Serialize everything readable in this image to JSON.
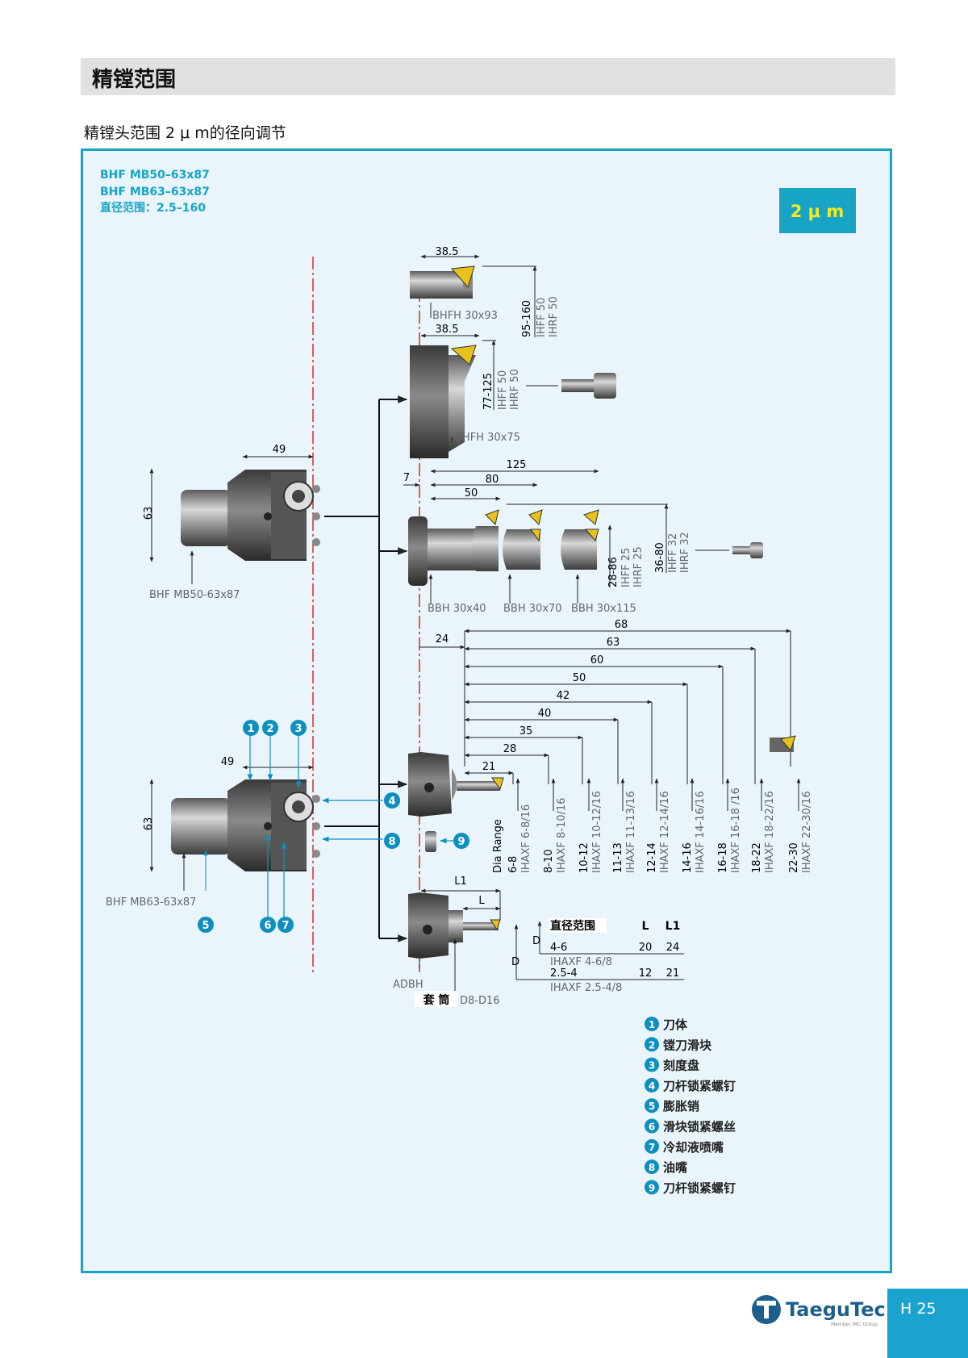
{
  "header": {
    "title": "精镗范围"
  },
  "subtitle": "精镗头范围 2 μ m的径向调节",
  "panel": {
    "models": [
      "BHF MB50–63x87",
      "BHF MB63–63x87"
    ],
    "range": "直径范围：2.5–160",
    "precision": "2 μ m"
  },
  "drawing": {
    "cartridges": {
      "top_dim": "38.5",
      "top_label": "BHFH 30x93",
      "top_range": "95-160",
      "top_ihff": "IHFF 50",
      "top_ihrf": "IHRF 50",
      "mid_dim": "38.5",
      "mid_label": "BHFH 30x75",
      "mid_range": "77-125",
      "mid_ihff": "IHFF 50",
      "mid_ihrf": "IHRF 50"
    },
    "bbh": {
      "d125": "125",
      "d80": "80",
      "d50": "50",
      "d7": "7",
      "l1": "BBH 30x40",
      "l2": "BBH 30x70",
      "l3": "BBH 30x115",
      "r1": "28-86",
      "r1a": "IHFF 25",
      "r1b": "IHRF 25",
      "r2": "36-80",
      "r2a": "IHFF 32",
      "r2b": "IHRF 32"
    },
    "heads": {
      "dim49": "49",
      "dim63": "63",
      "label_top": "BHF MB50-63x87",
      "label_bottom": "BHF MB63-63x87"
    },
    "ihaxf": {
      "d24": "24",
      "dims": [
        "68",
        "63",
        "60",
        "50",
        "42",
        "40",
        "35",
        "28",
        "21"
      ],
      "dia_range": "Dia Range",
      "ranges": [
        {
          "r": "6-8",
          "t": "IHAXF 6-8/16"
        },
        {
          "r": "8-10",
          "t": "IHAXF 8-10/16"
        },
        {
          "r": "10-12",
          "t": "IHAXF 10-12/16"
        },
        {
          "r": "11-13",
          "t": "IHAXF 11-13/16"
        },
        {
          "r": "12-14",
          "t": "IHAXF 12-14/16"
        },
        {
          "r": "14-16",
          "t": "IHAXF 14-16/16"
        },
        {
          "r": "16-18",
          "t": "IHAXF 16-18 /16"
        },
        {
          "r": "18-22",
          "t": "IHAXF 18-22/16"
        },
        {
          "r": "22-30",
          "t": "IHAXF 22-30/16"
        }
      ]
    },
    "adbh": {
      "label": "ADBH",
      "l1": "L1",
      "l": "L",
      "d": "D",
      "table_head": [
        "直径范围",
        "L",
        "L1"
      ],
      "rows": [
        {
          "range": "4-6",
          "l": "20",
          "l1": "24",
          "code": "IHAXF 4-6/8"
        },
        {
          "range": "2.5-4",
          "l": "12",
          "l1": "21",
          "code": "IHAXF 2.5-4/8"
        }
      ],
      "sleeve": "套 筒",
      "sleeve_range": "D8-D16"
    }
  },
  "legend": [
    {
      "n": "1",
      "t": "刀体"
    },
    {
      "n": "2",
      "t": "镗刀滑块"
    },
    {
      "n": "3",
      "t": "刻度盘"
    },
    {
      "n": "4",
      "t": "刀杆锁紧螺钉"
    },
    {
      "n": "5",
      "t": "膨胀销"
    },
    {
      "n": "6",
      "t": "滑块锁紧螺丝"
    },
    {
      "n": "7",
      "t": "冷却液喷嘴"
    },
    {
      "n": "8",
      "t": "油嘴"
    },
    {
      "n": "9",
      "t": "刀杆锁紧螺钉"
    }
  ],
  "footer": {
    "brand": "TaeguTec",
    "brand_sub": "Member IMC Group",
    "page": "H 25"
  },
  "colors": {
    "accent": "#18a4c4",
    "panel_bg": "#e9f5fb",
    "badge": "#0e8fbf",
    "insert": "#e8c21a",
    "centerline": "#d62b2b"
  }
}
